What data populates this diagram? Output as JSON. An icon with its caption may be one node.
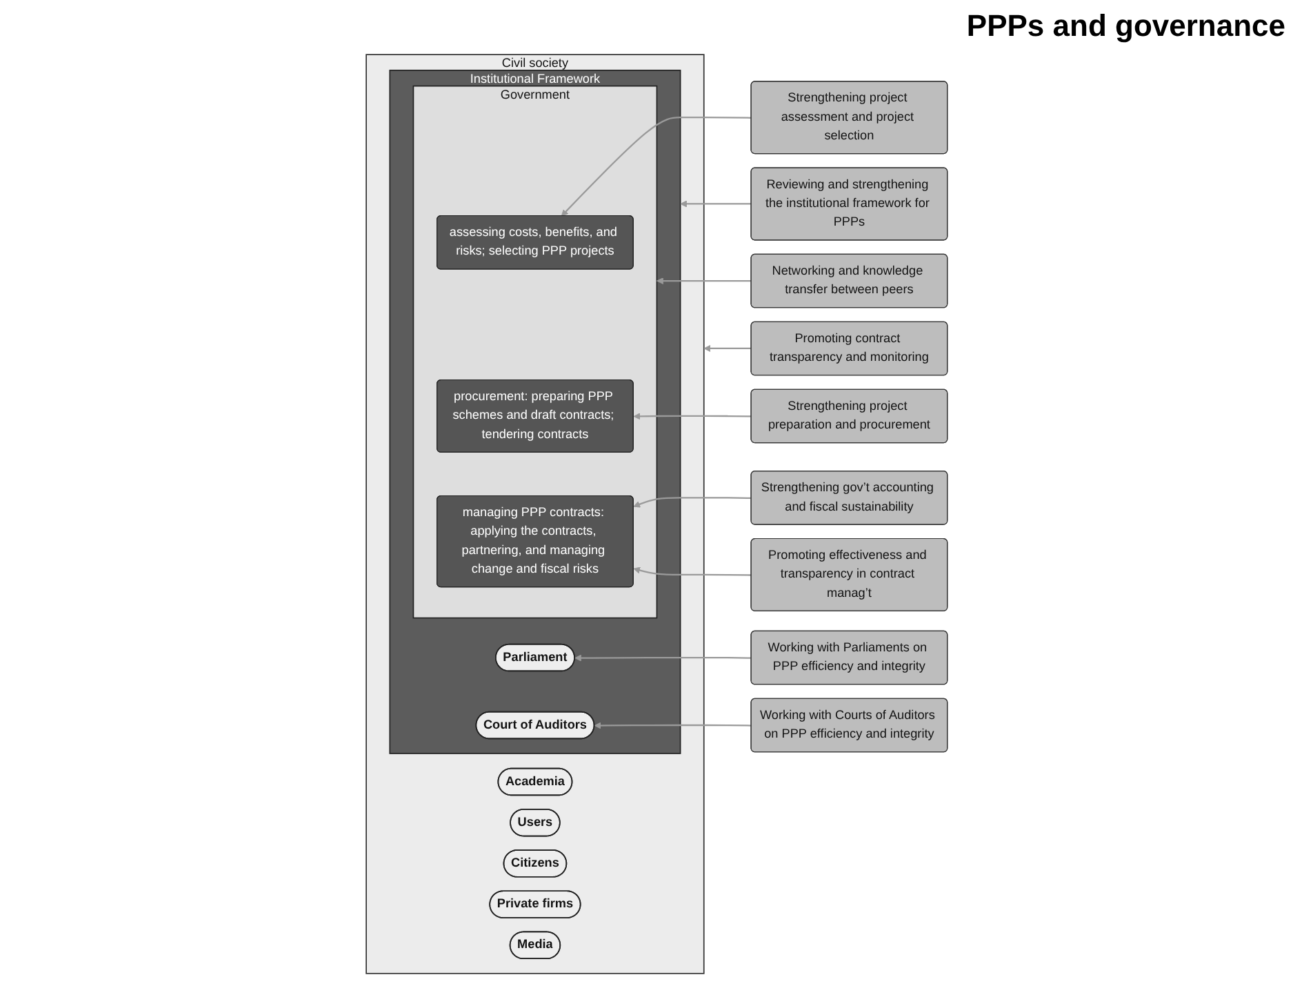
{
  "diagram": {
    "title": "PPPs and governance",
    "nodes": [
      {
        "text": [
          "Civil society"
        ]
      },
      {
        "text": [
          "Institutional Framework"
        ],
        "in": 0
      },
      {
        "text": [
          "Parliament"
        ],
        "in": 1
      },
      {
        "text": [
          "Court of Auditors"
        ],
        "in": 1
      },
      {
        "text": [
          "Government"
        ],
        "in": 1
      },
      {
        "text": [
          "assessing costs, benefits, and risks; selecting PPP projects"
        ],
        "in": 4
      },
      {
        "text": [
          "procurement: preparing PPP schemes and draft contracts; tendering contracts"
        ],
        "in": 4
      },
      {
        "text": [
          "managing PPP contracts: applying the contracts, partnering, and managing change and fiscal risks"
        ],
        "in": 4
      },
      {
        "text": [
          "Academia"
        ],
        "in": 0
      },
      {
        "text": [
          "Users"
        ],
        "in": 0
      },
      {
        "text": [
          "Citizens"
        ],
        "in": 0
      },
      {
        "text": [
          "Private firms"
        ],
        "in": 0
      },
      {
        "text": [
          "Media"
        ],
        "in": 0
      },
      {
        "text": [
          "Reviewing and strengthening the institutional framework for PPPs"
        ]
      },
      {
        "text": [
          "Working with Parliaments on PPP efficiency and integrity"
        ]
      },
      {
        "text": [
          "Working with Courts of Auditors on PPP efficiency and integrity"
        ]
      },
      {
        "text": [
          "Networking and knowledge transfer between peers"
        ]
      },
      {
        "text": [
          "Strengthening project assessment and project selection"
        ]
      },
      {
        "text": [
          "Strengthening project preparation and procurement"
        ]
      },
      {
        "text": [
          "Strengthening gov’t accounting and fiscal sustainability"
        ]
      },
      {
        "text": [
          "Promoting effectiveness and transparency in contract manag’t"
        ]
      },
      {
        "text": [
          "Promoting contract transparency and monitoring"
        ]
      }
    ],
    "edges": [
      {
        "from": 13,
        "to": 1,
        "arrow": "to"
      },
      {
        "from": 14,
        "to": 2,
        "arrow": "to"
      },
      {
        "from": 15,
        "to": 3,
        "arrow": "to"
      },
      {
        "from": 16,
        "to": 4,
        "arrow": "to"
      },
      {
        "from": 17,
        "to": 5,
        "arrow": "to"
      },
      {
        "from": 18,
        "to": 6,
        "arrow": "to"
      },
      {
        "from": 19,
        "to": 7,
        "arrow": "to"
      },
      {
        "from": 20,
        "to": 7,
        "arrow": "to"
      },
      {
        "from": 21,
        "to": 0,
        "arrow": "to"
      }
    ]
  }
}
